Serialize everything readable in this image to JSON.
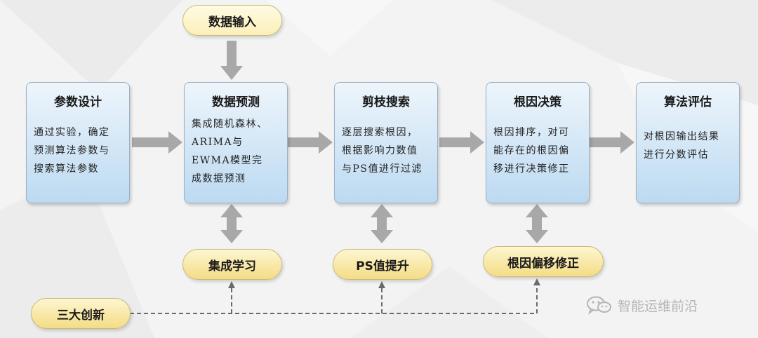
{
  "nodes": {
    "input": "数据输入",
    "param": {
      "title": "参数设计",
      "lines": [
        "通过实验，确定",
        "预测算法参数与",
        "搜索算法参数"
      ]
    },
    "predict": {
      "title": "数据预测",
      "lines": [
        "集成随机森林、",
        "ARIMA与",
        "EWMA模型完",
        "成数据预测"
      ]
    },
    "prune": {
      "title": "剪枝搜索",
      "lines": [
        "逐层搜索根因，",
        "根据影响力数值",
        "与PS值进行过滤"
      ]
    },
    "root": {
      "title": "根因决策",
      "lines": [
        "根因排序，对可",
        "能存在的根因偏",
        "移进行决策修正"
      ]
    },
    "eval": {
      "title": "算法评估",
      "lines": [
        "对根因输出结果",
        "进行分数评估"
      ]
    }
  },
  "innovations": {
    "label": "三大创新",
    "items": [
      "集成学习",
      "PS值提升",
      "根因偏移修正"
    ]
  },
  "watermark": {
    "text": "智能运维前沿",
    "icon": "wechat-icon"
  },
  "colors": {
    "box": "#bcdaf2",
    "pill": "#f4dd86",
    "arrow": "#a8a8a8",
    "dashed": "#666666"
  }
}
